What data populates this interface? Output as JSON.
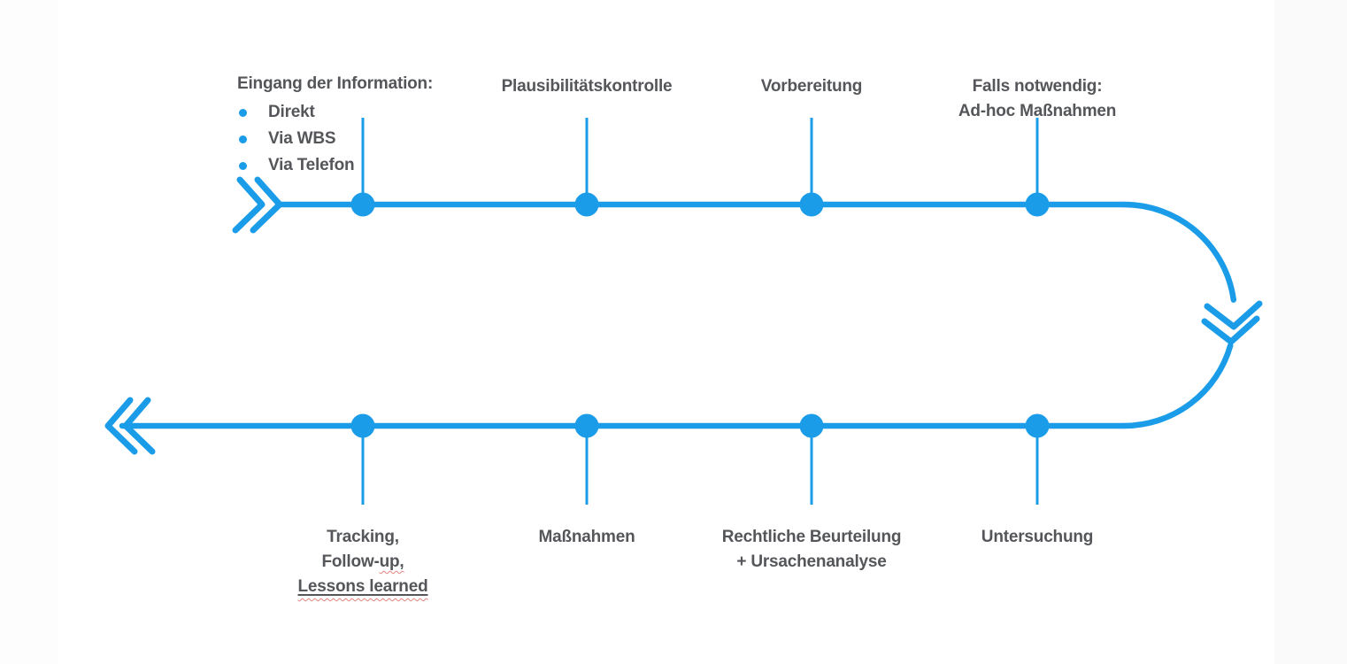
{
  "theme": {
    "accent": "#1A9CE8",
    "text": "#54565A",
    "squiggle": "#E8837D",
    "background": "#FFFFFF"
  },
  "timeline": {
    "flow": "u-shape-left-to-right-then-right-to-left",
    "top_milestones": [
      {
        "title": "Eingang der Information:",
        "bullets": [
          "Direkt",
          "Via WBS",
          "Via Telefon"
        ]
      },
      {
        "label": "Plausibilitätskontrolle"
      },
      {
        "label": "Vorbereitung"
      },
      {
        "label_line1": "Falls notwendig:",
        "label_line2": "Ad-hoc Maßnahmen"
      }
    ],
    "bottom_milestones": [
      {
        "label": "Untersuchung"
      },
      {
        "label_line1": "Rechtliche Beurteilung",
        "label_line2": "+ Ursachenanalyse"
      },
      {
        "label": "Maßnahmen"
      },
      {
        "line1": "Tracking,",
        "line2_pre": "Follow-",
        "line2_flagged": "up,",
        "line3_underlined": "Lessons learned"
      }
    ],
    "icons": {
      "start": "double-chevron-right",
      "turn": "double-chevron-down",
      "end": "double-chevron-left"
    }
  }
}
